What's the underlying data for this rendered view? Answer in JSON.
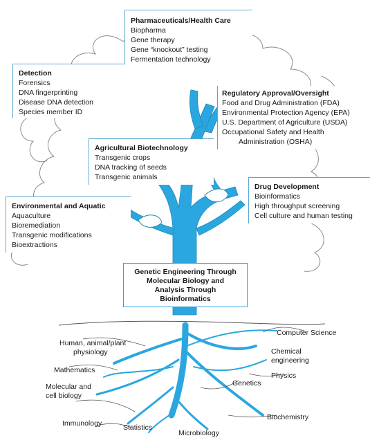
{
  "pharma": {
    "heading": "Pharmaceuticals/Health Care",
    "items": [
      "Biopharma",
      "Gene therapy",
      "Gene “knockout” testing",
      "Fermentation technology"
    ]
  },
  "detection": {
    "heading": "Detection",
    "items": [
      "Forensics",
      "DNA fingerprinting",
      "Disease DNA detection",
      "Species member ID"
    ]
  },
  "regulatory": {
    "heading": "Regulatory Approval/Oversight",
    "items": [
      "Food and Drug Administration (FDA)",
      "Environmental Protection Agency (EPA)",
      "U.S. Department of Agriculture (USDA)",
      "Occupational Safety and Health",
      "Administration (OSHA)"
    ]
  },
  "agricultural": {
    "heading": "Agricultural Biotechnology",
    "items": [
      "Transgenic crops",
      "DNA tracking of seeds",
      "Transgenic animals"
    ]
  },
  "drug": {
    "heading": "Drug Development",
    "items": [
      "Bioinformatics",
      "High throughput screening",
      "Cell culture and human testing"
    ]
  },
  "environmental": {
    "heading": "Environmental and Aquatic",
    "items": [
      "Aquaculture",
      "Bioremediation",
      "Transgenic modifications",
      "Bioextractions"
    ]
  },
  "center": {
    "lines": [
      "Genetic Engineering Through",
      "Molecular Biology and",
      "Analysis Through",
      "Bioinformatics"
    ]
  },
  "roots": {
    "physiology": [
      "Human, animal/plant",
      "physiology"
    ],
    "mathematics": "Mathematics",
    "molecular": [
      "Molecular and",
      "cell biology"
    ],
    "immunology": "Immunology",
    "statistics": "Statistics",
    "microbiology": "Microbiology",
    "computer_science": "Computer Science",
    "chemical": [
      "Chemical",
      "engineering"
    ],
    "physics": "Physics",
    "genetics": "Genetics",
    "biochemistry": "Biochemistry"
  },
  "colors": {
    "tree": "#2aa7df",
    "box_border": "#5aa7d3",
    "outline": "#8a8a8a"
  }
}
